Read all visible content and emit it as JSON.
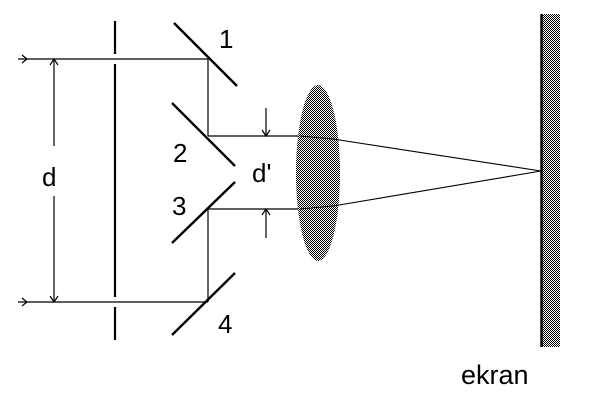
{
  "labels": {
    "mirror_1": "1",
    "mirror_2": "2",
    "mirror_3": "3",
    "mirror_4": "4",
    "distance_d": "d",
    "distance_d_prime": "d'",
    "screen": "ekran"
  },
  "colors": {
    "line": "#000000",
    "hatch": "#808080",
    "background": "#ffffff"
  }
}
